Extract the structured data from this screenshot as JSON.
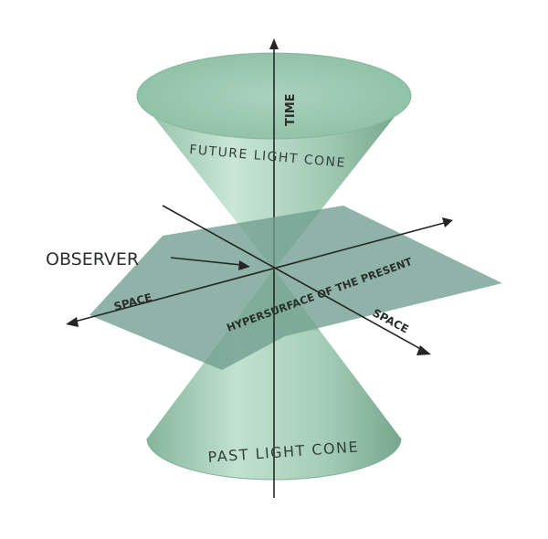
{
  "labels": {
    "time": "TIME",
    "future_cone": "FUTURE LIGHT CONE",
    "observer": "OBSERVER",
    "space_left": "SPACE",
    "space_right": "SPACE",
    "hypersurface": "HYPERSURFACE OF THE PRESENT",
    "past_cone": "PAST LIGHT CONE"
  },
  "colors": {
    "cone_fill": "#a3ccb5",
    "cone_light": "#c4e2d2",
    "cone_dark": "#6c9f87",
    "plane_fill": "#6f9e8f",
    "axis": "#262626",
    "text": "#2a2f2c"
  }
}
